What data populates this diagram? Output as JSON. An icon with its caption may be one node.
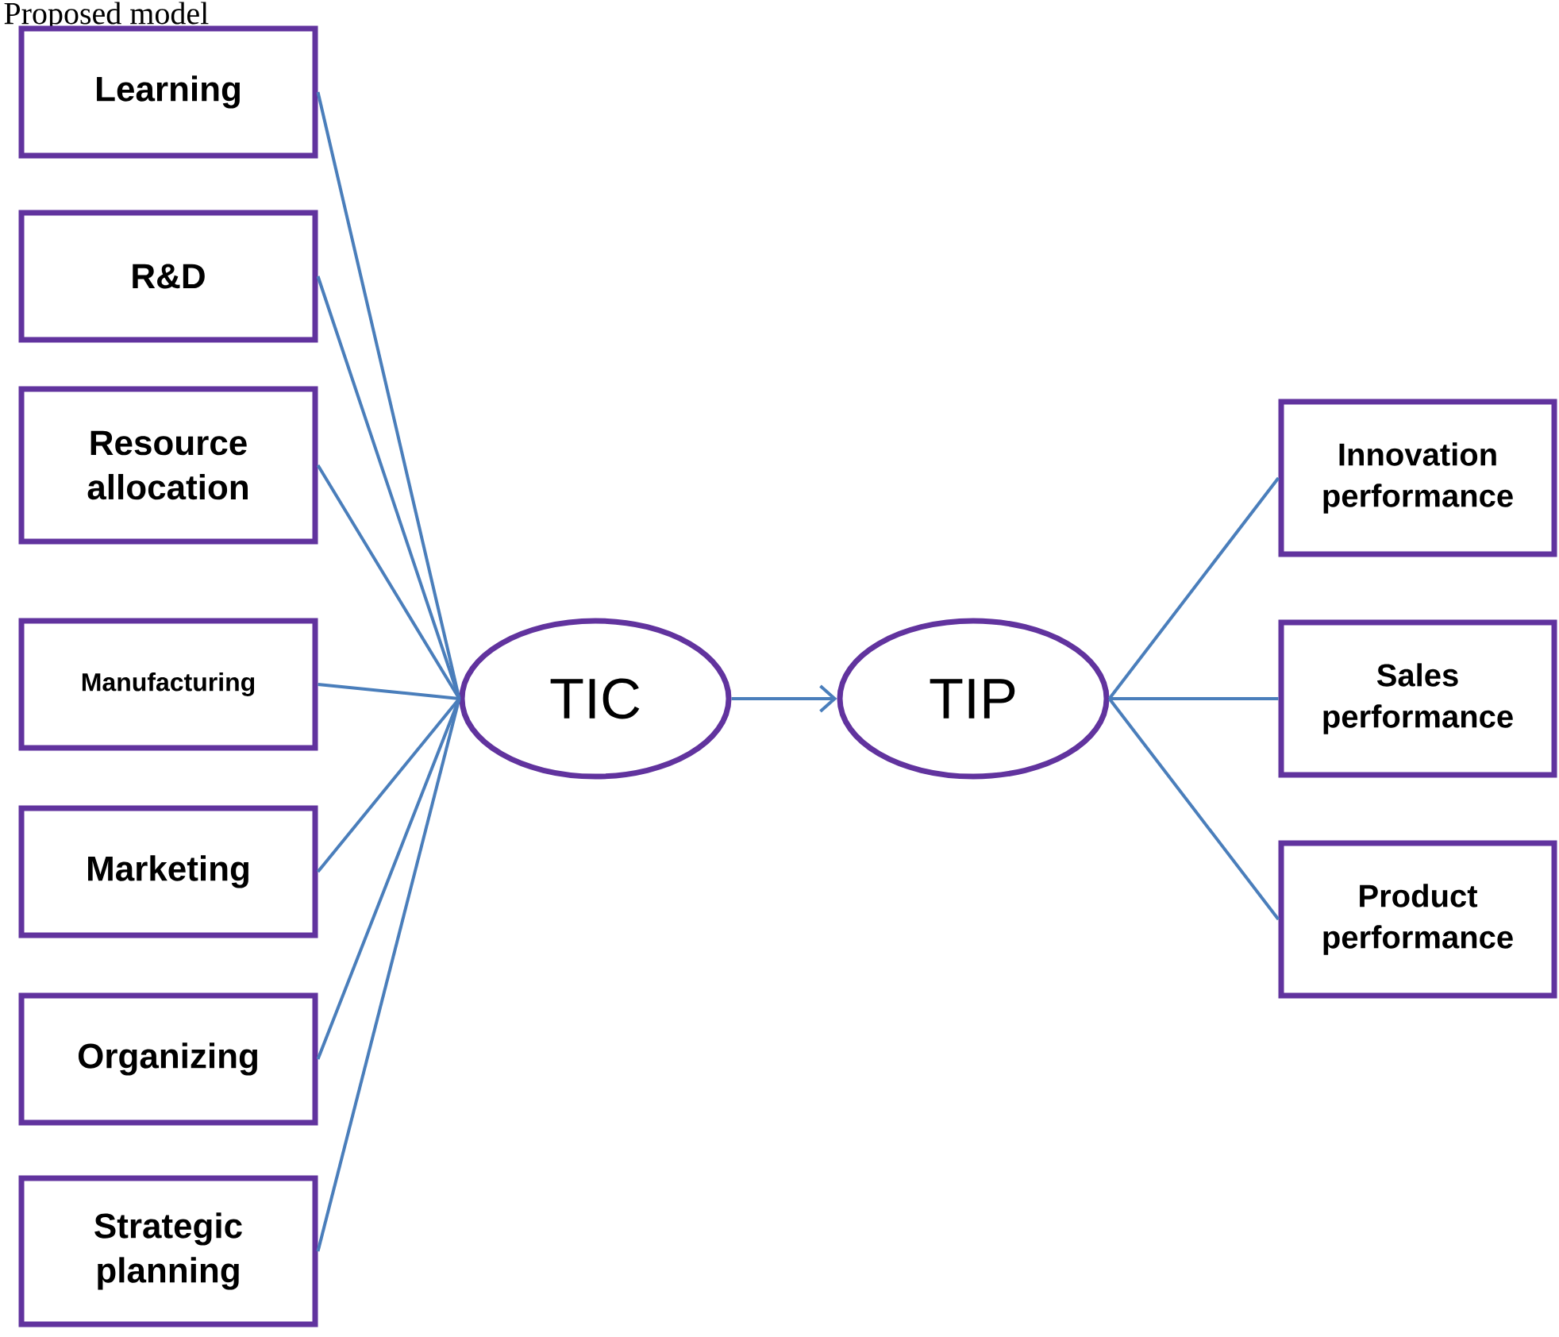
{
  "diagram": {
    "title": "Proposed model",
    "nodes": [
      {
        "text": [
          "Learning"
        ]
      },
      {
        "text": [
          "R&D"
        ]
      },
      {
        "text": [
          "Resource allocation"
        ]
      },
      {
        "text": [
          "Manufacturing"
        ]
      },
      {
        "text": [
          "Marketing"
        ]
      },
      {
        "text": [
          "Organizing"
        ]
      },
      {
        "text": [
          "Strategic planning"
        ]
      },
      {
        "text": [
          "TIC"
        ]
      },
      {
        "text": [
          "TIP"
        ]
      },
      {
        "text": [
          "Innovation performance"
        ]
      },
      {
        "text": [
          "Sales performance"
        ]
      },
      {
        "text": [
          "Product performance"
        ]
      }
    ],
    "edges": [
      {
        "from": 0,
        "to": 7,
        "arrow": "none"
      },
      {
        "from": 1,
        "to": 7,
        "arrow": "none"
      },
      {
        "from": 2,
        "to": 7,
        "arrow": "none"
      },
      {
        "from": 3,
        "to": 7,
        "arrow": "none"
      },
      {
        "from": 4,
        "to": 7,
        "arrow": "none"
      },
      {
        "from": 5,
        "to": 7,
        "arrow": "none"
      },
      {
        "from": 6,
        "to": 7,
        "arrow": "none"
      },
      {
        "from": 7,
        "to": 8,
        "arrow": "to"
      },
      {
        "from": 8,
        "to": 9,
        "arrow": "none"
      },
      {
        "from": 8,
        "to": 10,
        "arrow": "none"
      },
      {
        "from": 8,
        "to": 11,
        "arrow": "none"
      }
    ]
  }
}
